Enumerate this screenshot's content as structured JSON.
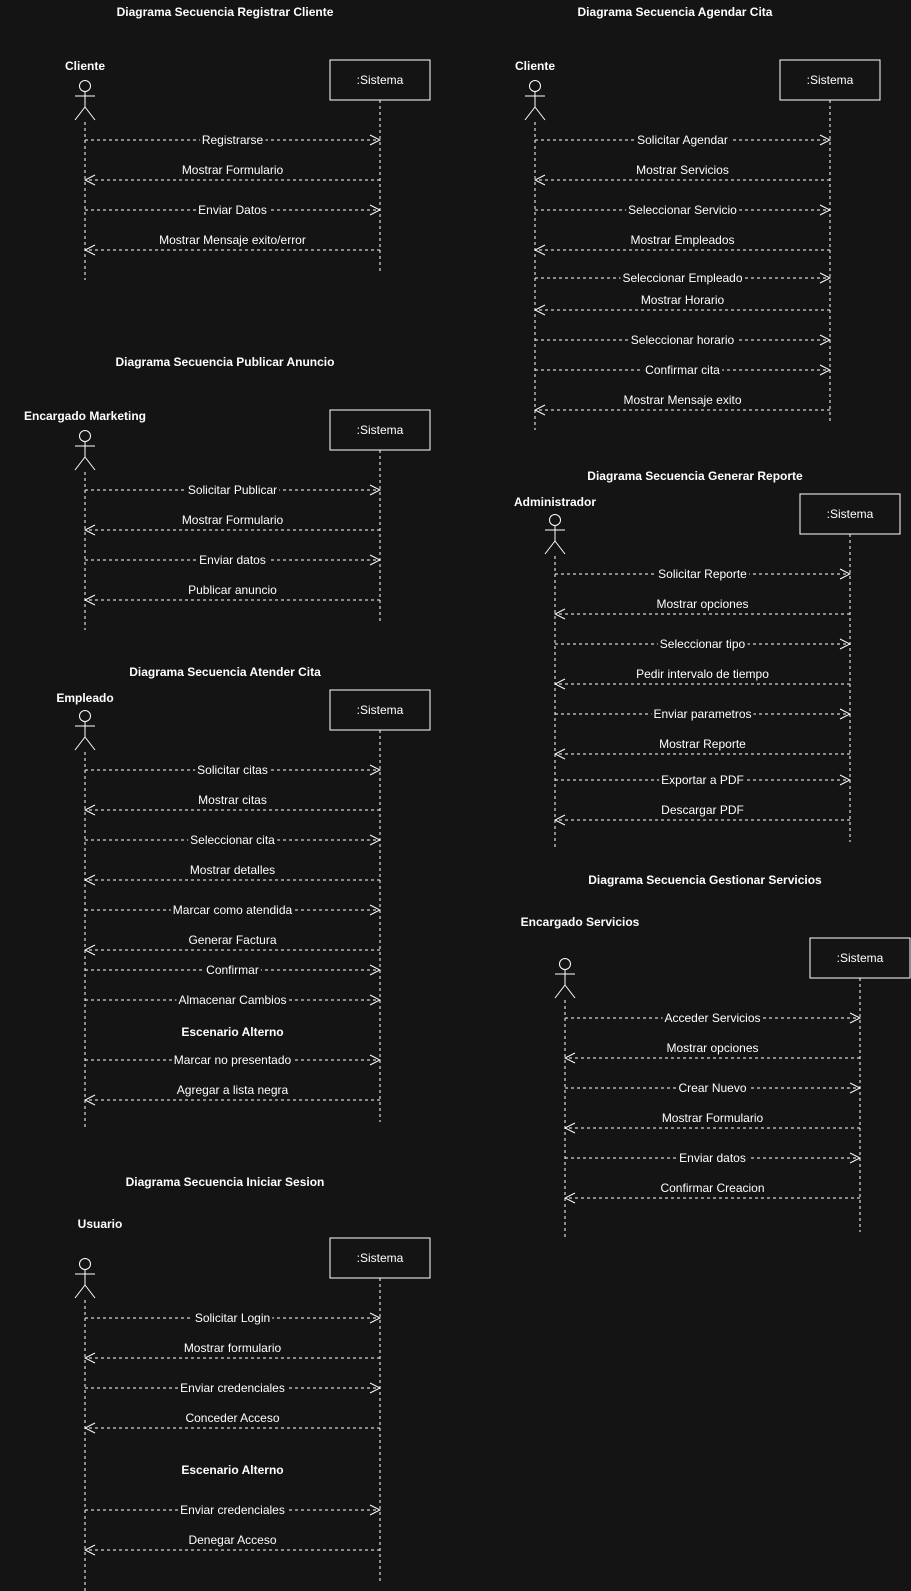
{
  "diagrams": [
    {
      "id": "registrar-cliente",
      "title": "Diagrama Secuencia Registrar Cliente",
      "actor": "Cliente",
      "system": ":Sistema",
      "messages": [
        {
          "text": "Registrarse",
          "dir": "right"
        },
        {
          "text": "Mostrar Formulario",
          "dir": "left"
        },
        {
          "text": "Enviar Datos",
          "dir": "right"
        },
        {
          "text": "Mostrar Mensaje exito/error",
          "dir": "left"
        }
      ]
    },
    {
      "id": "agendar-cita",
      "title": "Diagrama Secuencia Agendar Cita",
      "actor": "Cliente",
      "system": ":Sistema",
      "messages": [
        {
          "text": "Solicitar Agendar",
          "dir": "right"
        },
        {
          "text": "Mostrar Servicios",
          "dir": "left"
        },
        {
          "text": "Seleccionar Servicio",
          "dir": "right"
        },
        {
          "text": "Mostrar Empleados",
          "dir": "left"
        },
        {
          "text": "Seleccionar Empleado",
          "dir": "right"
        },
        {
          "text": "Mostrar Horario",
          "dir": "left"
        },
        {
          "text": "Seleccionar horario",
          "dir": "right"
        },
        {
          "text": "Confirmar cita",
          "dir": "right"
        },
        {
          "text": "Mostrar Mensaje exito",
          "dir": "left"
        }
      ]
    },
    {
      "id": "publicar-anuncio",
      "title": "Diagrama Secuencia Publicar Anuncio",
      "actor": "Encargado Marketing",
      "system": ":Sistema",
      "messages": [
        {
          "text": "Solicitar Publicar",
          "dir": "right"
        },
        {
          "text": "Mostrar Formulario",
          "dir": "left"
        },
        {
          "text": "Enviar datos",
          "dir": "right"
        },
        {
          "text": "Publicar anuncio",
          "dir": "left"
        }
      ]
    },
    {
      "id": "generar-reporte",
      "title": "Diagrama Secuencia Generar Reporte",
      "actor": "Administrador",
      "system": ":Sistema",
      "messages": [
        {
          "text": "Solicitar Reporte",
          "dir": "right"
        },
        {
          "text": "Mostrar opciones",
          "dir": "left"
        },
        {
          "text": "Seleccionar tipo",
          "dir": "right"
        },
        {
          "text": "Pedir intervalo de tiempo",
          "dir": "left"
        },
        {
          "text": "Enviar parametros",
          "dir": "right"
        },
        {
          "text": "Mostrar Reporte",
          "dir": "left"
        },
        {
          "text": "Exportar a PDF",
          "dir": "right"
        },
        {
          "text": "Descargar PDF",
          "dir": "left"
        }
      ]
    },
    {
      "id": "atender-cita",
      "title": "Diagrama Secuencia Atender Cita",
      "actor": "Empleado",
      "system": ":Sistema",
      "messages": [
        {
          "text": "Solicitar citas",
          "dir": "right"
        },
        {
          "text": "Mostrar citas",
          "dir": "left"
        },
        {
          "text": "Seleccionar cita",
          "dir": "right"
        },
        {
          "text": "Mostrar detalles",
          "dir": "left"
        },
        {
          "text": "Marcar como atendida",
          "dir": "right"
        },
        {
          "text": "Generar Factura",
          "dir": "left"
        },
        {
          "text": "Confirmar",
          "dir": "right"
        },
        {
          "text": "Almacenar Cambios",
          "dir": "right"
        },
        {
          "text": "Marcar no presentado",
          "dir": "right"
        },
        {
          "text": "Agregar a lista negra",
          "dir": "left"
        }
      ],
      "alternate_label": "Escenario Alterno"
    },
    {
      "id": "gestionar-servicios",
      "title": "Diagrama Secuencia Gestionar Servicios",
      "actor": "Encargado Servicios",
      "system": ":Sistema",
      "messages": [
        {
          "text": "Acceder Servicios",
          "dir": "right"
        },
        {
          "text": "Mostrar opciones",
          "dir": "left"
        },
        {
          "text": "Crear Nuevo",
          "dir": "right"
        },
        {
          "text": "Mostrar Formulario",
          "dir": "left"
        },
        {
          "text": "Enviar datos",
          "dir": "right"
        },
        {
          "text": "Confirmar Creacion",
          "dir": "left"
        }
      ]
    },
    {
      "id": "iniciar-sesion",
      "title": "Diagrama Secuencia Iniciar Sesion",
      "actor": "Usuario",
      "system": ":Sistema",
      "messages": [
        {
          "text": "Solicitar Login",
          "dir": "right"
        },
        {
          "text": "Mostrar formulario",
          "dir": "left"
        },
        {
          "text": "Enviar credenciales",
          "dir": "right"
        },
        {
          "text": "Conceder Acceso",
          "dir": "left"
        },
        {
          "text": "Enviar credenciales",
          "dir": "right"
        },
        {
          "text": "Denegar Acceso",
          "dir": "left"
        }
      ],
      "alternate_label": "Escenario Alterno"
    }
  ]
}
